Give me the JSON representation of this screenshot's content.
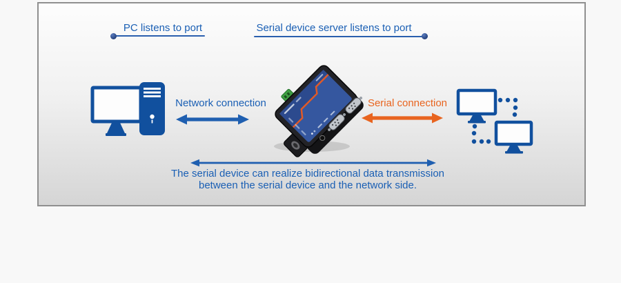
{
  "callouts": {
    "pc": {
      "label": "PC listens to port"
    },
    "server": {
      "label": "Serial device server listens to port"
    }
  },
  "connections": {
    "network": {
      "label": "Network connection",
      "color": "#1f5fb0"
    },
    "serial": {
      "label": "Serial connection",
      "color": "#e8641f"
    }
  },
  "caption": {
    "line1": "The serial device can realize bidirectional data transmission",
    "line2": "between the serial device and the network side."
  },
  "icons": {
    "pc": "desktop-computer-icon",
    "server_device": "serial-device-server-photo",
    "serial_devices": "networked-monitors-icon",
    "network_arrow": "double-headed-arrow-icon",
    "serial_arrow": "double-headed-arrow-icon",
    "caption_arrow": "long-double-headed-arrow-icon",
    "callout_marker": "dot-marker-icon"
  },
  "colors": {
    "text_blue": "#1a5fb4",
    "icon_blue": "#11509e",
    "arrow_blue": "#1f5fb0",
    "orange": "#e8641f",
    "underline_blue": "#2a5fae",
    "dot_navy": "#25427c",
    "frame_border": "#8f8f8f"
  }
}
